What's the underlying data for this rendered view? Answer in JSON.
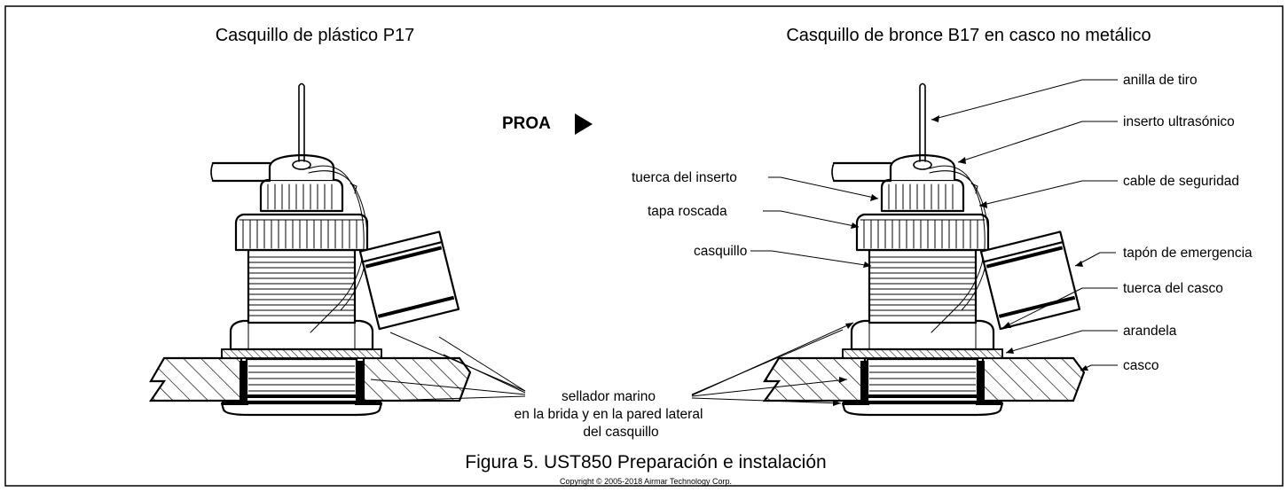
{
  "titles": {
    "left": "Casquillo de plástico P17",
    "right": "Casquillo de bronce B17 en casco no metálico"
  },
  "direction": {
    "label": "PROA",
    "arrow_icon": "right-triangle-arrow-icon"
  },
  "labels": {
    "tow_ring": "anilla de tiro",
    "ultrasonic_insert": "inserto ultrasónico",
    "insert_nut": "tuerca del inserto",
    "safety_cable": "cable de seguridad",
    "threaded_cap": "tapa roscada",
    "bushing": "casquillo",
    "emergency_plug": "tapón de emergencia",
    "hull_nut": "tuerca del casco",
    "washer": "arandela",
    "hull": "casco"
  },
  "sealant_note": {
    "line1": "sellador marino",
    "line2": "en la brida y en la pared lateral",
    "line3": "del casquillo"
  },
  "caption": "Figura 5. UST850 Preparación e instalación",
  "copyright": "Copyright © 2005-2018 Airmar Technology Corp."
}
